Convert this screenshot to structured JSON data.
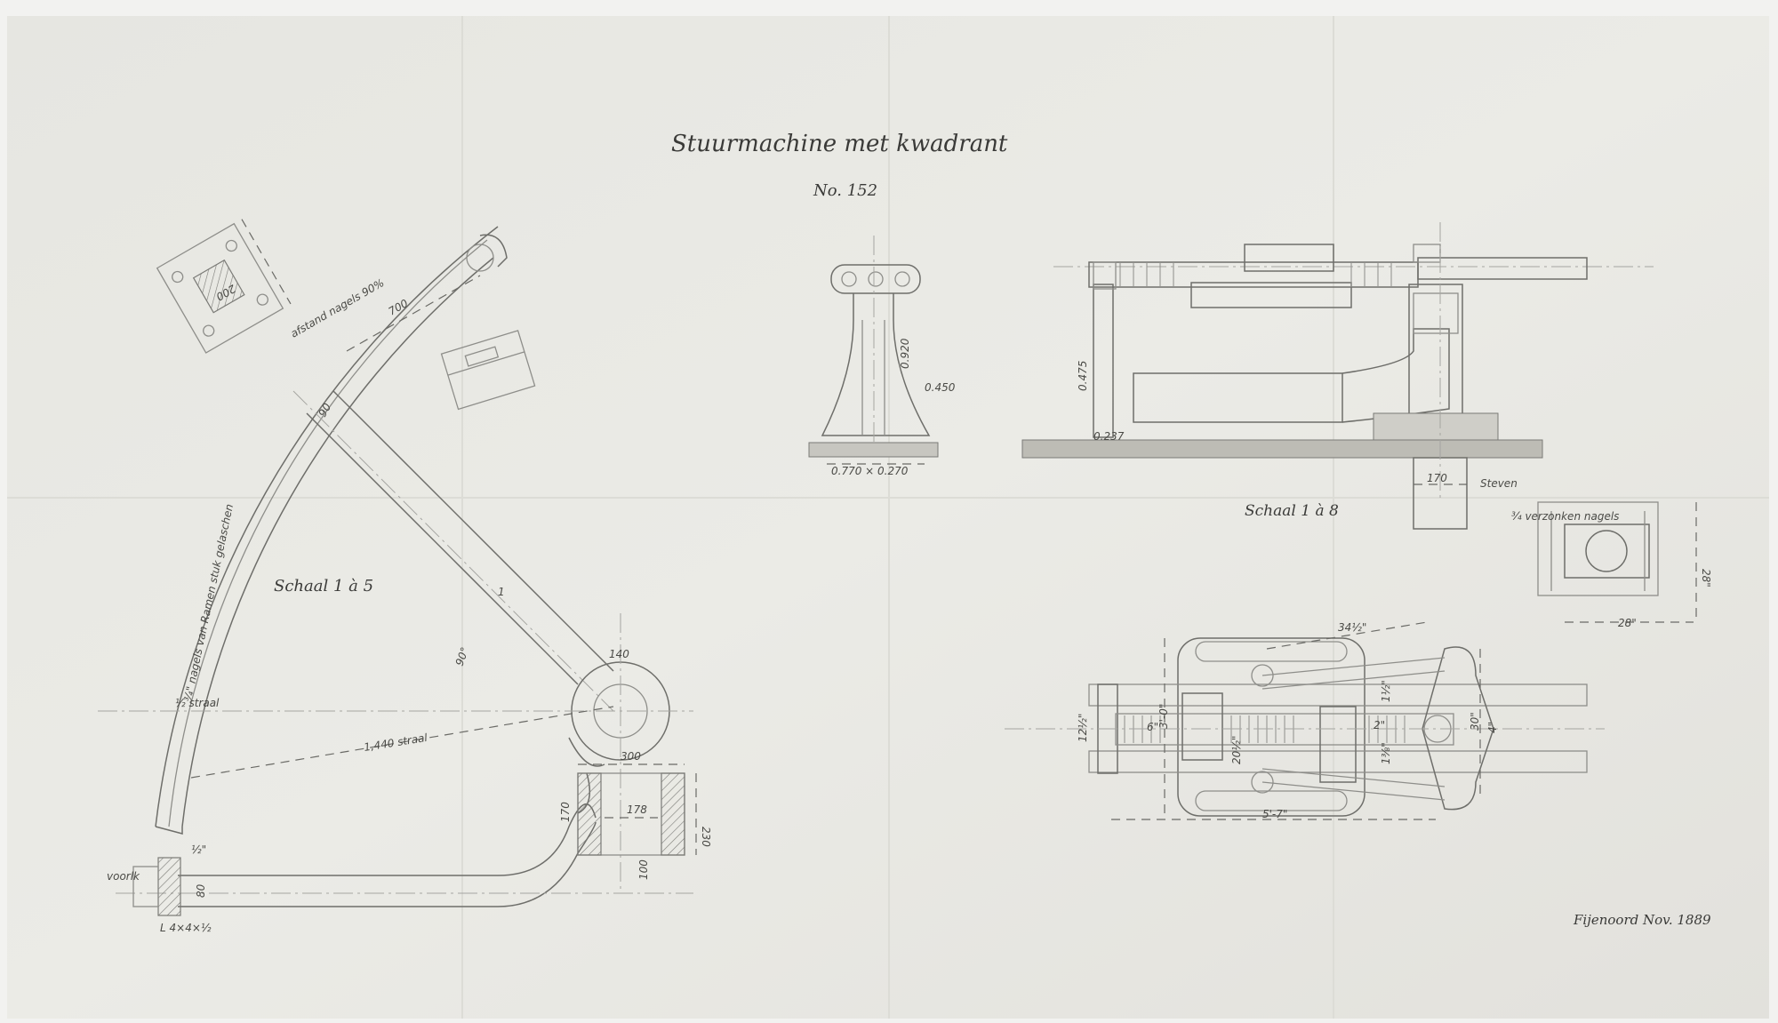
{
  "title": "Stuurmachine met kwadrant",
  "drawing_number": "No. 152",
  "scales": {
    "quadrant": "Schaal 1 à 5",
    "machine": "Schaal 1 à 8"
  },
  "signature": "Fijenoord Nov. 1889",
  "quadrant_labels": {
    "rivet_spacing": "afstand nagels 90%",
    "arc_700": "700",
    "arm_90": "90",
    "angle": "90°",
    "radius": "1,440 straal",
    "arm_140": "140",
    "arm_1": "1",
    "rivets_side": "¾\" nagels van Ramen stuk gelaschen",
    "half_straal": "½ straal",
    "hub_300": "300",
    "hub_178": "178",
    "hub_230": "230",
    "hub_170": "170",
    "hub_100": "100",
    "end_80": "80",
    "end_voorl": "voorlk",
    "angle_iron": "L 4×4×½",
    "plate_200": "200",
    "half_inch": "½\""
  },
  "machine_labels": {
    "pedestal_width": "0.770 × 0.270",
    "pedestal_height": "0.920",
    "pedestal_0450": "0.450",
    "side_0475": "0.475",
    "leg_0237": "0.237",
    "steven": "Steven",
    "steven_170": "170",
    "plan_34": "34½\"",
    "plan_30_left": "3'-0\"",
    "plan_30_right": "30\"",
    "plan_4": "4\"",
    "plan_202": "20½\"",
    "plan_57": "5'-7\"",
    "plan_12": "12½\"",
    "plan_15": "1½\"",
    "plan_13": "1⅜\"",
    "plan_2": "2\"",
    "plan_6": "6\"",
    "detail_28_right": "28\"",
    "detail_28_bottom": "28\"",
    "detail_note": "¾ verzonken nagels"
  }
}
